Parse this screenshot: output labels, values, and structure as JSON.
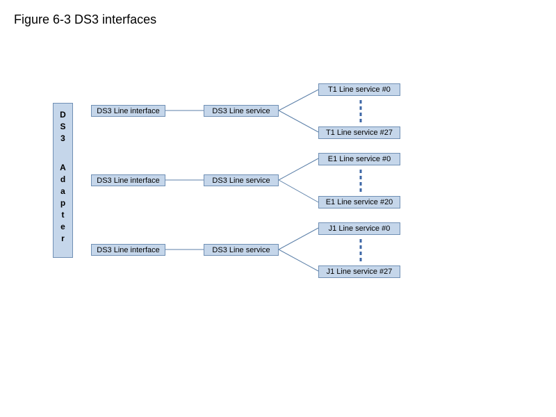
{
  "figure": {
    "title": "Figure 6-3 DS3 interfaces"
  },
  "adapter": {
    "label_top": [
      "D",
      "S",
      "3"
    ],
    "label_bottom": [
      "A",
      "d",
      "a",
      "p",
      "t",
      "e",
      "r"
    ]
  },
  "groups": [
    {
      "interface_label": "DS3 Line interface",
      "service_label": "DS3 Line service",
      "first_line_service": "T1 Line service #0",
      "last_line_service": "T1 Line service #27"
    },
    {
      "interface_label": "DS3 Line interface",
      "service_label": "DS3 Line service",
      "first_line_service": "E1 Line service #0",
      "last_line_service": "E1 Line service #20"
    },
    {
      "interface_label": "DS3 Line interface",
      "service_label": "DS3 Line service",
      "first_line_service": "J1 Line service #0",
      "last_line_service": "J1 Line service #27"
    }
  ],
  "colors": {
    "box_fill": "#c5d6ea",
    "box_border": "#6f8fb4",
    "connector": "#5b7fa8",
    "ellipsis": "#3e67a6"
  }
}
